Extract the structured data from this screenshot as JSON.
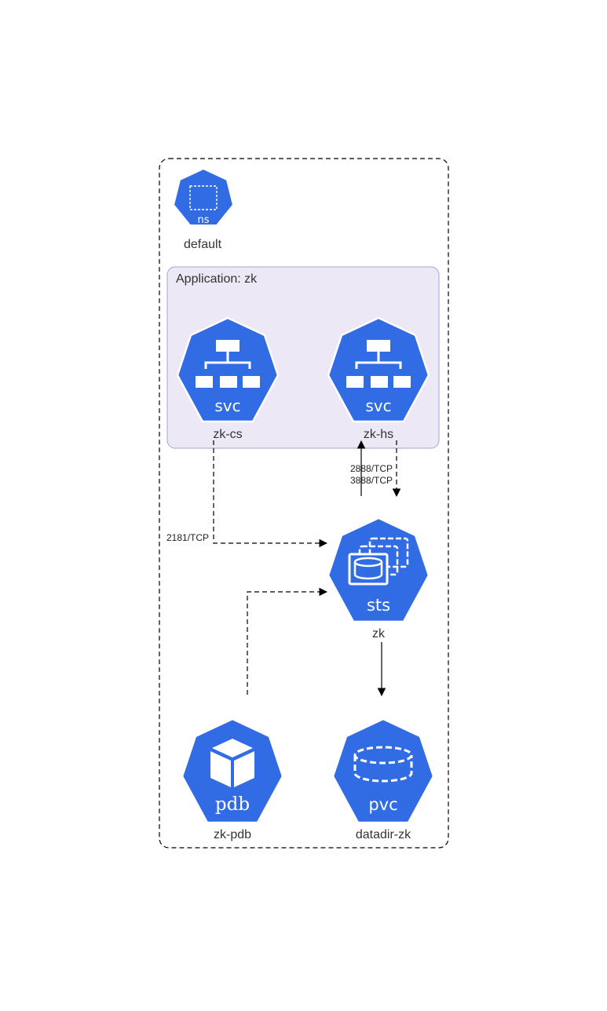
{
  "colors": {
    "k8s_blue": "#326CE5",
    "cluster_fill": "#ECE8F6",
    "cluster_stroke": "#A6A6C8",
    "line": "#000000"
  },
  "namespace": {
    "icon": "ns-icon",
    "badge": "ns",
    "label": "default"
  },
  "application": {
    "label": "Application: zk"
  },
  "nodes": {
    "zk_cs": {
      "icon": "svc-icon",
      "badge": "svc",
      "label": "zk-cs"
    },
    "zk_hs": {
      "icon": "svc-icon",
      "badge": "svc",
      "label": "zk-hs"
    },
    "zk_sts": {
      "icon": "sts-icon",
      "badge": "sts",
      "label": "zk"
    },
    "zk_pdb": {
      "icon": "pdb-icon",
      "badge": "pdb",
      "label": "zk-pdb"
    },
    "datadir_pvc": {
      "icon": "pvc-icon",
      "badge": "pvc",
      "label": "datadir-zk"
    }
  },
  "edges": {
    "cs_to_sts": {
      "label": "2181/TCP"
    },
    "hs_sts": {
      "label_1": "2888/TCP",
      "label_2": "3888/TCP"
    }
  }
}
